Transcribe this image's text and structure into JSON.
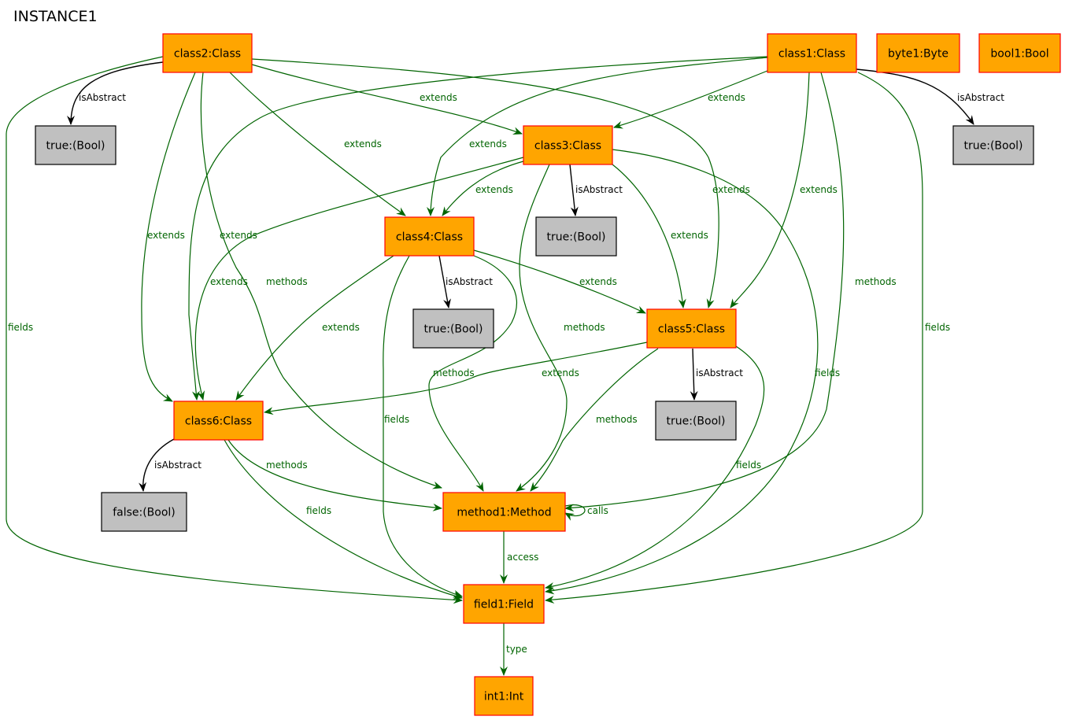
{
  "title": "INSTANCE1",
  "colors": {
    "object_fill": "#ffa500",
    "object_stroke": "#ff0000",
    "value_fill": "#c0c0c0",
    "value_stroke": "#000000",
    "ref_edge": "#006400",
    "attr_edge": "#000000"
  },
  "nodes": [
    {
      "id": "class2",
      "label": "class2:Class",
      "kind": "object"
    },
    {
      "id": "class1",
      "label": "class1:Class",
      "kind": "object"
    },
    {
      "id": "byte1",
      "label": "byte1:Byte",
      "kind": "object"
    },
    {
      "id": "bool1",
      "label": "bool1:Bool",
      "kind": "object"
    },
    {
      "id": "v_c2",
      "label": "true:(Bool)",
      "kind": "value"
    },
    {
      "id": "class3",
      "label": "class3:Class",
      "kind": "object"
    },
    {
      "id": "v_c1",
      "label": "true:(Bool)",
      "kind": "value"
    },
    {
      "id": "class4",
      "label": "class4:Class",
      "kind": "object"
    },
    {
      "id": "v_c3",
      "label": "true:(Bool)",
      "kind": "value"
    },
    {
      "id": "v_c4",
      "label": "true:(Bool)",
      "kind": "value"
    },
    {
      "id": "class5",
      "label": "class5:Class",
      "kind": "object"
    },
    {
      "id": "class6",
      "label": "class6:Class",
      "kind": "object"
    },
    {
      "id": "v_c5",
      "label": "true:(Bool)",
      "kind": "value"
    },
    {
      "id": "v_c6",
      "label": "false:(Bool)",
      "kind": "value"
    },
    {
      "id": "method1",
      "label": "method1:Method",
      "kind": "object"
    },
    {
      "id": "field1",
      "label": "field1:Field",
      "kind": "object"
    },
    {
      "id": "int1",
      "label": "int1:Int",
      "kind": "object"
    }
  ],
  "edges": [
    {
      "from": "class2",
      "to": "v_c2",
      "label": "isAbstract",
      "kind": "attr"
    },
    {
      "from": "class2",
      "to": "class3",
      "label": "extends",
      "kind": "ref"
    },
    {
      "from": "class2",
      "to": "class4",
      "label": "extends",
      "kind": "ref"
    },
    {
      "from": "class2",
      "to": "class5",
      "label": "extends",
      "kind": "ref"
    },
    {
      "from": "class2",
      "to": "class6",
      "label": "extends",
      "kind": "ref"
    },
    {
      "from": "class2",
      "to": "method1",
      "label": "methods",
      "kind": "ref"
    },
    {
      "from": "class2",
      "to": "field1",
      "label": "fields",
      "kind": "ref"
    },
    {
      "from": "class1",
      "to": "v_c1",
      "label": "isAbstract",
      "kind": "attr"
    },
    {
      "from": "class1",
      "to": "class3",
      "label": "extends",
      "kind": "ref"
    },
    {
      "from": "class1",
      "to": "class4",
      "label": "extends",
      "kind": "ref"
    },
    {
      "from": "class1",
      "to": "class5",
      "label": "extends",
      "kind": "ref"
    },
    {
      "from": "class1",
      "to": "class6",
      "label": "extends",
      "kind": "ref"
    },
    {
      "from": "class1",
      "to": "method1",
      "label": "methods",
      "kind": "ref"
    },
    {
      "from": "class1",
      "to": "field1",
      "label": "fields",
      "kind": "ref"
    },
    {
      "from": "class3",
      "to": "v_c3",
      "label": "isAbstract",
      "kind": "attr"
    },
    {
      "from": "class3",
      "to": "class4",
      "label": "extends",
      "kind": "ref"
    },
    {
      "from": "class3",
      "to": "class5",
      "label": "extends",
      "kind": "ref"
    },
    {
      "from": "class3",
      "to": "class6",
      "label": "extends",
      "kind": "ref"
    },
    {
      "from": "class3",
      "to": "method1",
      "label": "methods",
      "kind": "ref"
    },
    {
      "from": "class3",
      "to": "field1",
      "label": "fields",
      "kind": "ref"
    },
    {
      "from": "class4",
      "to": "v_c4",
      "label": "isAbstract",
      "kind": "attr"
    },
    {
      "from": "class4",
      "to": "class5",
      "label": "extends",
      "kind": "ref"
    },
    {
      "from": "class4",
      "to": "class6",
      "label": "extends",
      "kind": "ref"
    },
    {
      "from": "class4",
      "to": "method1",
      "label": "methods",
      "kind": "ref"
    },
    {
      "from": "class4",
      "to": "field1",
      "label": "fields",
      "kind": "ref"
    },
    {
      "from": "class5",
      "to": "v_c5",
      "label": "isAbstract",
      "kind": "attr"
    },
    {
      "from": "class5",
      "to": "class6",
      "label": "extends",
      "kind": "ref"
    },
    {
      "from": "class5",
      "to": "method1",
      "label": "methods",
      "kind": "ref"
    },
    {
      "from": "class5",
      "to": "field1",
      "label": "fields",
      "kind": "ref"
    },
    {
      "from": "class6",
      "to": "v_c6",
      "label": "isAbstract",
      "kind": "attr"
    },
    {
      "from": "class6",
      "to": "method1",
      "label": "methods",
      "kind": "ref"
    },
    {
      "from": "class6",
      "to": "field1",
      "label": "fields",
      "kind": "ref"
    },
    {
      "from": "method1",
      "to": "method1",
      "label": "calls",
      "kind": "ref"
    },
    {
      "from": "method1",
      "to": "field1",
      "label": "access",
      "kind": "ref"
    },
    {
      "from": "field1",
      "to": "int1",
      "label": "type",
      "kind": "ref"
    }
  ]
}
